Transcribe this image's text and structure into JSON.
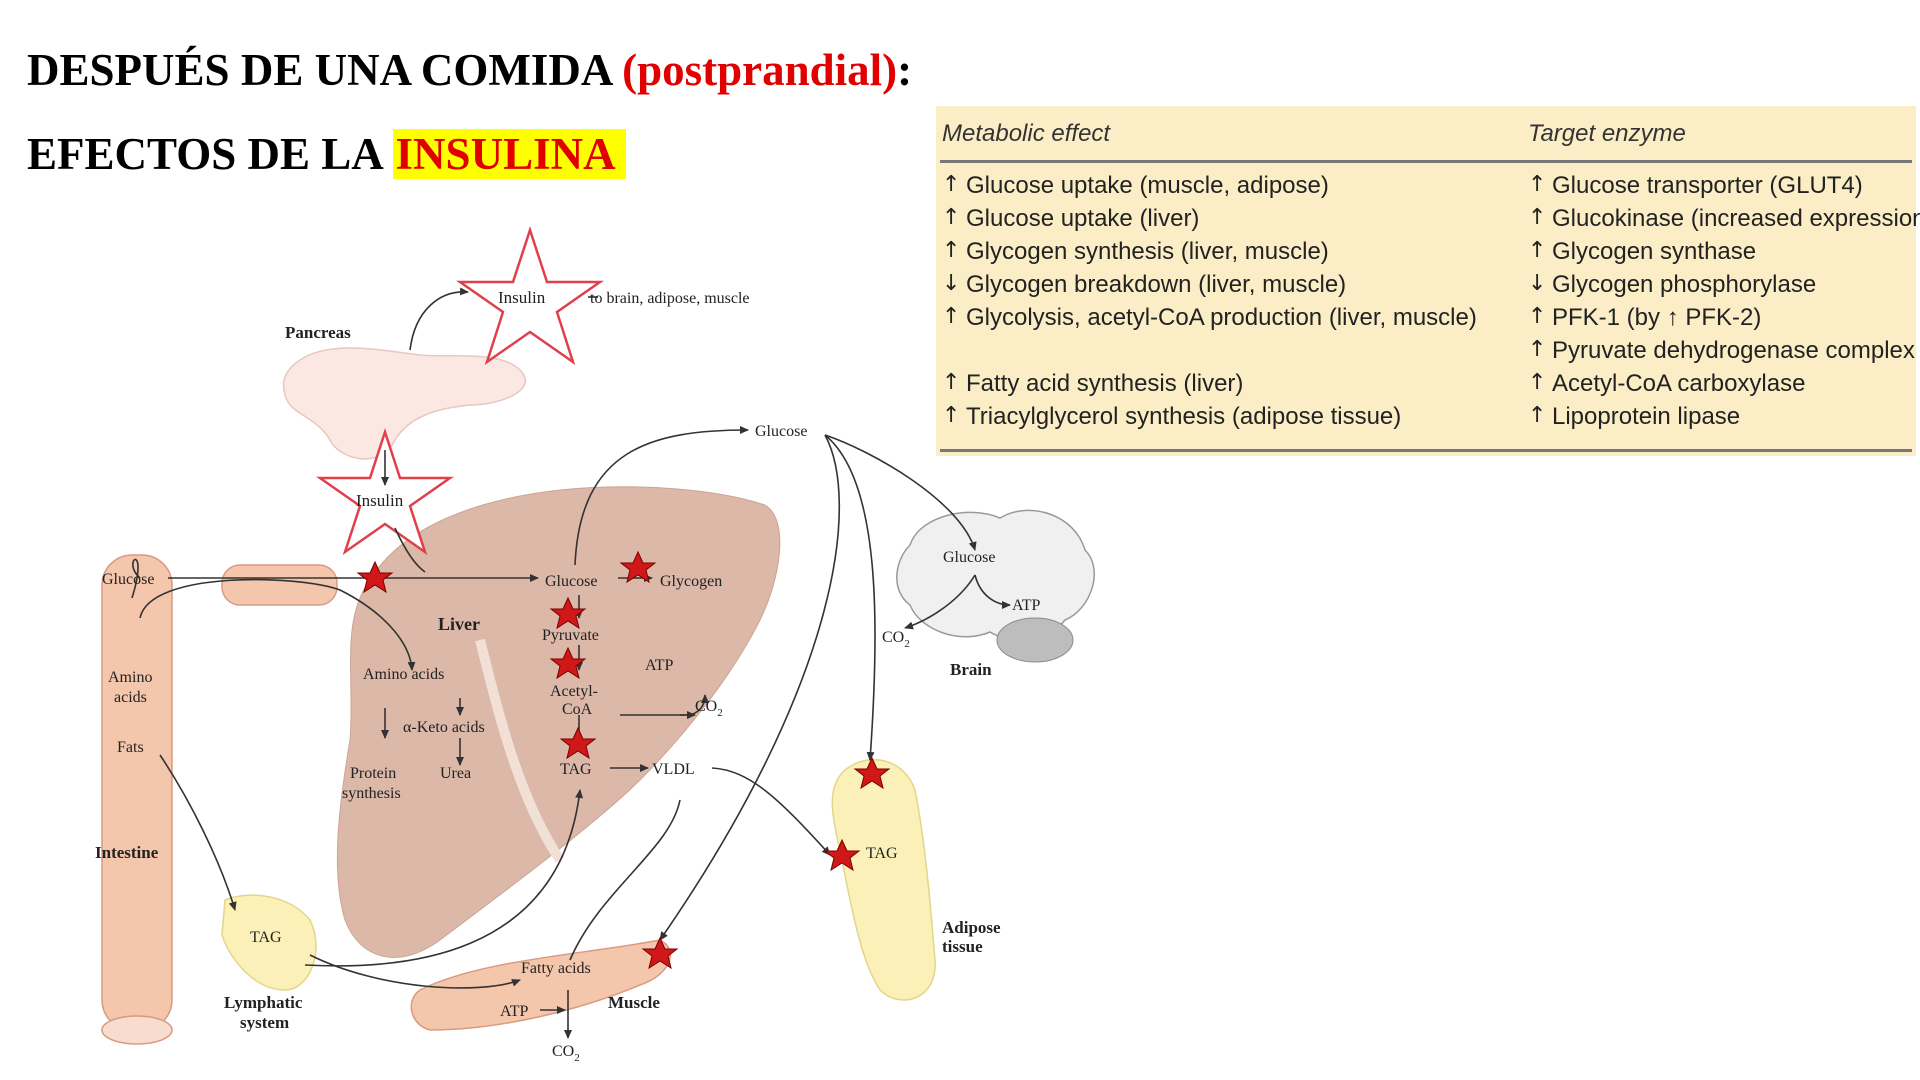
{
  "title": {
    "line1_part1": "DESPUÉS DE UNA COMIDA ",
    "line1_part2": "(postprandial)",
    "line1_part3": ":",
    "line2_part1": "EFECTOS DE LA ",
    "line2_highlight": "INSULINA"
  },
  "table": {
    "headers": [
      "Metabolic effect",
      "Target enzyme"
    ],
    "rows": [
      {
        "effect_arrow": "↑",
        "effect": "Glucose uptake (muscle, adipose)",
        "enzyme_arrow": "↑",
        "enzyme": "Glucose transporter (GLUT4)"
      },
      {
        "effect_arrow": "↑",
        "effect": "Glucose uptake (liver)",
        "enzyme_arrow": "↑",
        "enzyme": "Glucokinase (increased expression)"
      },
      {
        "effect_arrow": "↑",
        "effect": "Glycogen synthesis (liver, muscle)",
        "enzyme_arrow": "↑",
        "enzyme": "Glycogen synthase"
      },
      {
        "effect_arrow": "↓",
        "effect": "Glycogen breakdown (liver, muscle)",
        "enzyme_arrow": "↓",
        "enzyme": "Glycogen phosphorylase"
      },
      {
        "effect_arrow": "↑",
        "effect": "Glycolysis, acetyl-CoA production (liver, muscle)",
        "enzyme_arrow": "↑",
        "enzyme": "PFK-1 (by ↑ PFK-2)"
      },
      {
        "effect_arrow": "",
        "effect": "",
        "enzyme_arrow": "↑",
        "enzyme": "Pyruvate dehydrogenase complex"
      },
      {
        "effect_arrow": "↑",
        "effect": "Fatty acid synthesis (liver)",
        "enzyme_arrow": "↑",
        "enzyme": "Acetyl-CoA carboxylase"
      },
      {
        "effect_arrow": "↑",
        "effect": "Triacylglycerol synthesis (adipose tissue)",
        "enzyme_arrow": "↑",
        "enzyme": "Lipoprotein lipase"
      }
    ]
  },
  "diagram": {
    "insulin_top": "Insulin",
    "to_targets": "to brain, adipose, muscle",
    "pancreas": "Pancreas",
    "insulin_mid": "Insulin",
    "glucose_blood": "Glucose",
    "glucose_intestine": "Glucose",
    "amino_acids_intestine_1": "Amino",
    "amino_acids_intestine_2": "acids",
    "fats": "Fats",
    "intestine": "Intestine",
    "liver": "Liver",
    "glucose_liver": "Glucose",
    "glycogen": "Glycogen",
    "pyruvate": "Pyruvate",
    "acetyl_coa_1": "Acetyl-",
    "acetyl_coa_2": "CoA",
    "atp_liver": "ATP",
    "co2_liver": "CO",
    "co2_sub": "2",
    "tag_liver": "TAG",
    "vldl": "VLDL",
    "amino_acids_liver": "Amino acids",
    "keto_acids": "α-Keto acids",
    "urea": "Urea",
    "protein_synthesis_1": "Protein",
    "protein_synthesis_2": "synthesis",
    "glucose_brain": "Glucose",
    "atp_brain": "ATP",
    "co2_brain": "CO",
    "brain": "Brain",
    "tag_adipose": "TAG",
    "adipose_1": "Adipose",
    "adipose_2": "tissue",
    "tag_lymph": "TAG",
    "lymphatic_1": "Lymphatic",
    "lymphatic_2": "system",
    "fatty_acids": "Fatty acids",
    "atp_muscle": "ATP",
    "muscle": "Muscle",
    "co2_muscle": "CO"
  }
}
